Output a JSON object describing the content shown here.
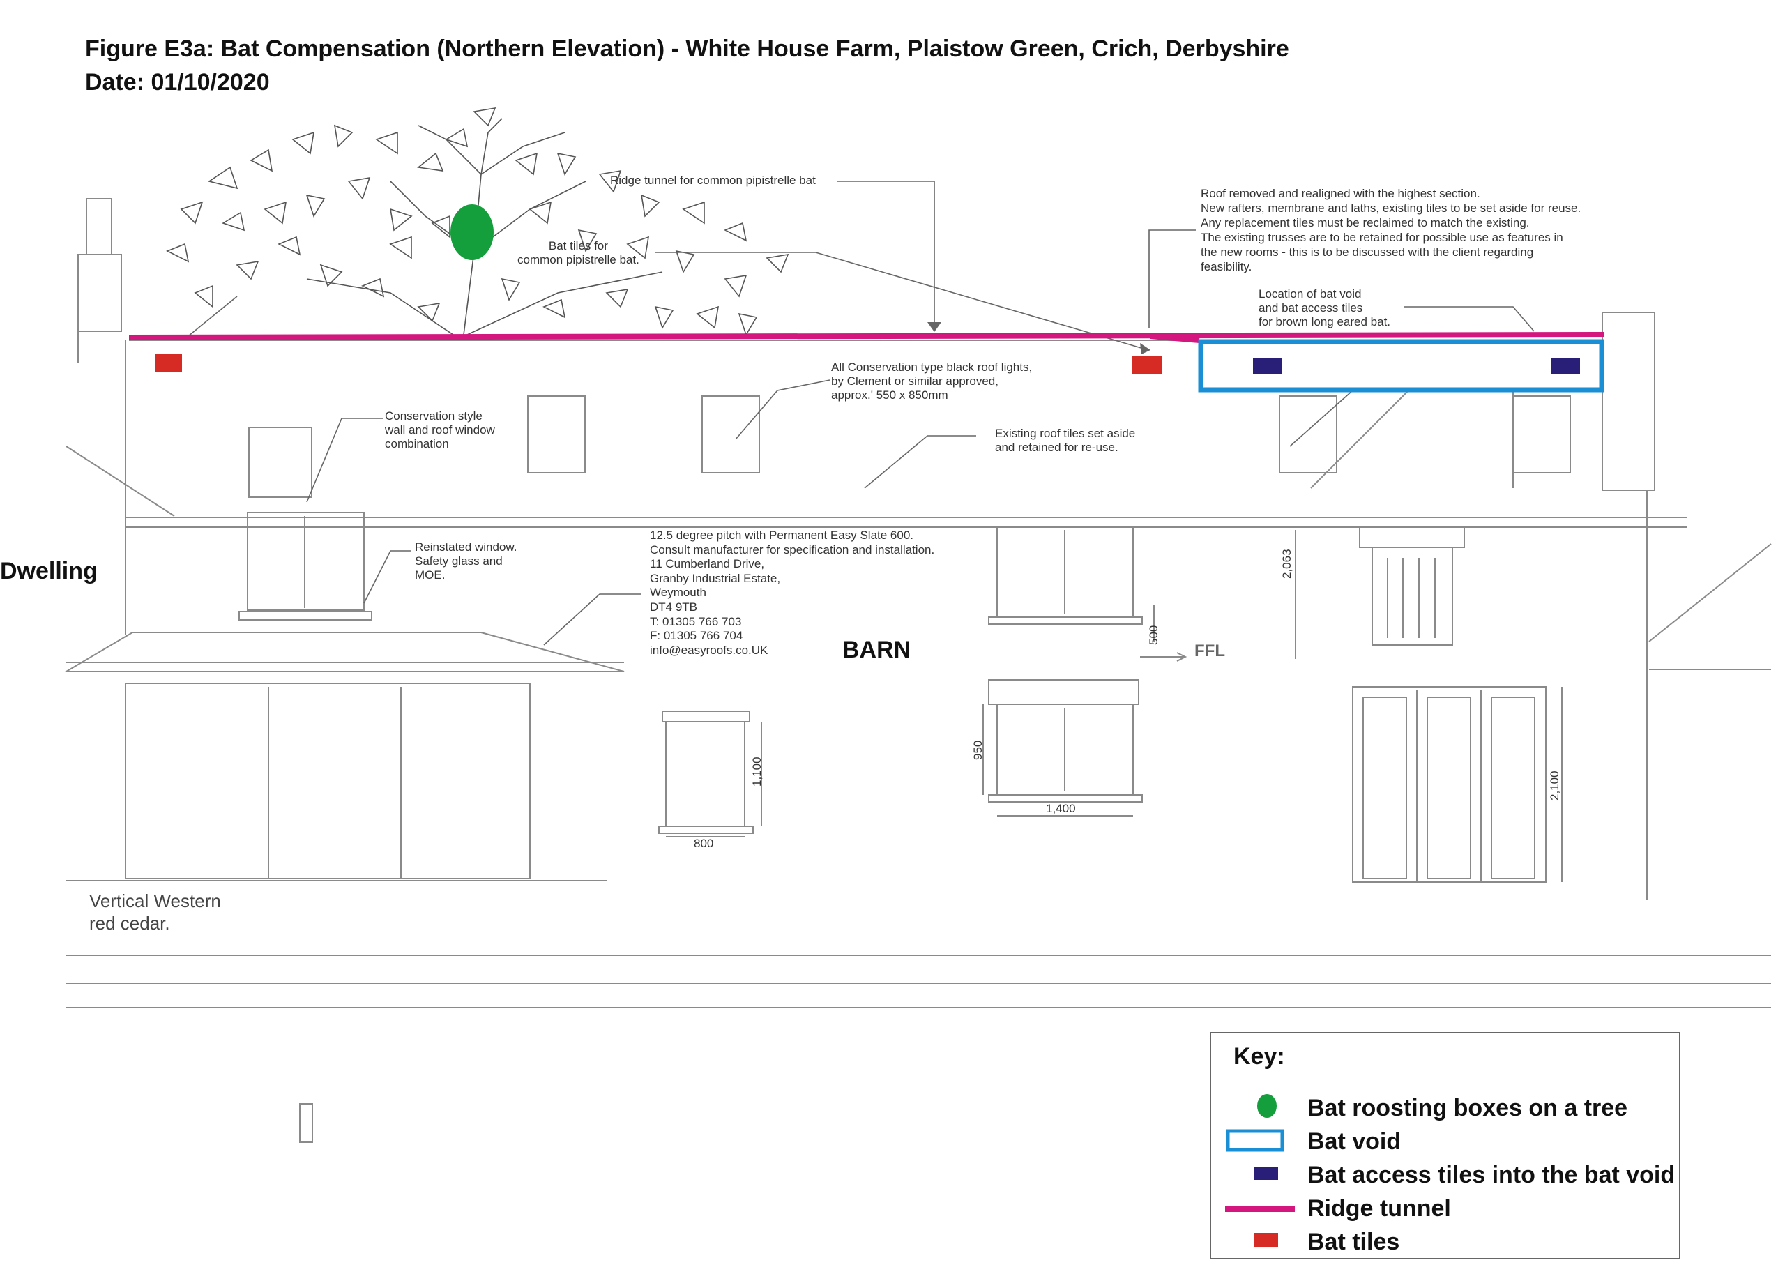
{
  "header": {
    "title_line1": "Figure E3a: Bat Compensation (Northern Elevation) - White House Farm, Plaistow Green, Crich, Derbyshire",
    "title_line2": "Date: 01/10/2020"
  },
  "labels": {
    "dwelling": "Dwelling",
    "barn": "BARN",
    "ffl": "FFL",
    "cedar": "Vertical Western\nred cedar."
  },
  "annotations": {
    "ridge_tunnel": "Ridge tunnel for common pipistrelle bat",
    "bat_tiles": "Bat tiles for\ncommon pipistrelle bat.",
    "roof_realigned": "Roof removed and realigned with the highest section.\nNew rafters, membrane and laths, existing tiles to be set aside for reuse.\nAny replacement tiles must be reclaimed to match the existing.\nThe existing trusses are to be retained for possible use as features in\nthe new rooms - this is to be discussed with the client regarding\nfeasibility.",
    "bat_void_location": "Location of bat void\nand bat access tiles\nfor brown long eared bat.",
    "roof_lights": "All Conservation type black roof lights,\nby Clement or similar approved,\napprox.' 550 x 850mm",
    "conservation_window": "Conservation style\nwall and roof window\ncombination",
    "existing_tiles": "Existing roof tiles set aside\nand retained for re-use.",
    "reinstated_window": "Reinstated window.\nSafety glass and\nMOE.",
    "pitch_spec": "12.5 degree pitch with Permanent Easy Slate 600.\nConsult manufacturer for specification and installation.\n11 Cumberland Drive,\nGranby Industrial Estate,\nWeymouth\nDT4 9TB\nT: 01305 766 703\nF: 01305 766 704\ninfo@easyroofs.co.UK"
  },
  "dimensions": {
    "d2063": "2,063",
    "d500": "500",
    "d950": "950",
    "d1100": "1,100",
    "d800": "800",
    "d1400": "1,400",
    "d2100": "2,100"
  },
  "key": {
    "title": "Key:",
    "items": [
      {
        "label": "Bat roosting boxes on a tree",
        "symbol": "green-ellipse",
        "color": "#159f3c"
      },
      {
        "label": "Bat void",
        "symbol": "blue-outline-rect",
        "color": "#1a8fd6"
      },
      {
        "label": "Bat access tiles into the bat void",
        "symbol": "navy-rect",
        "color": "#2a1f78"
      },
      {
        "label": "Ridge tunnel",
        "symbol": "magenta-line",
        "color": "#d4177f"
      },
      {
        "label": "Bat tiles",
        "symbol": "red-rect",
        "color": "#d62a25"
      }
    ]
  },
  "colors": {
    "ridge_tunnel": "#d4177f",
    "bat_void": "#1a8fd6",
    "bat_access_tiles": "#2a1f78",
    "bat_tiles": "#d62a25",
    "roost_box": "#159f3c"
  }
}
